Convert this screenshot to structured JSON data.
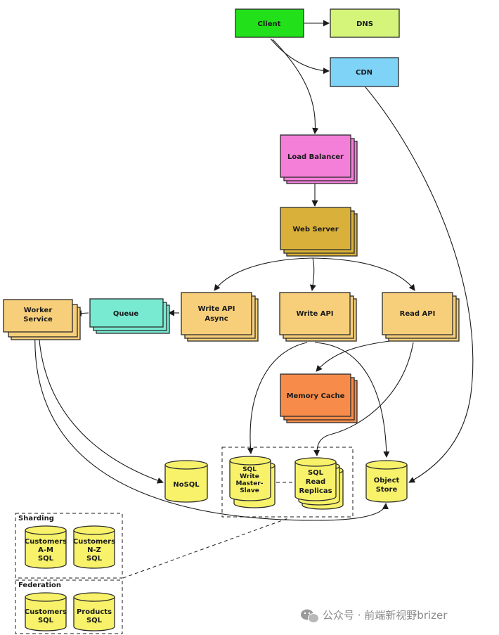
{
  "nodes": {
    "client": "Client",
    "dns": "DNS",
    "cdn": "CDN",
    "load_balancer": "Load Balancer",
    "web_server": "Web Server",
    "write_api_async": [
      "Write API",
      "Async"
    ],
    "write_api": "Write API",
    "read_api": "Read API",
    "queue": "Queue",
    "worker_service": [
      "Worker",
      "Service"
    ],
    "memory_cache": "Memory Cache",
    "nosql": "NoSQL",
    "sql_write": [
      "SQL",
      "Write",
      "Master-",
      "Slave"
    ],
    "sql_read": [
      "SQL",
      "Read",
      "Replicas"
    ],
    "object_store": [
      "Object",
      "Store"
    ],
    "sharding_a": [
      "Customers",
      "A-M",
      "SQL"
    ],
    "sharding_b": [
      "Customers",
      "N-Z",
      "SQL"
    ],
    "federation_a": [
      "Customers",
      "SQL"
    ],
    "federation_b": [
      "Products",
      "SQL"
    ]
  },
  "groups": {
    "sharding": "Sharding",
    "federation": "Federation"
  },
  "watermark": "公众号 · 前端新视野brizer",
  "colors": {
    "client": "#22e01a",
    "dns": "#d4f57a",
    "cdn": "#7fd3f7",
    "load_balancer": "#f37fd8",
    "web_server": "#d9b13a",
    "api": "#f7cf7a",
    "queue": "#78ead2",
    "memory_cache": "#f78c4a",
    "database": "#f7f26a"
  }
}
